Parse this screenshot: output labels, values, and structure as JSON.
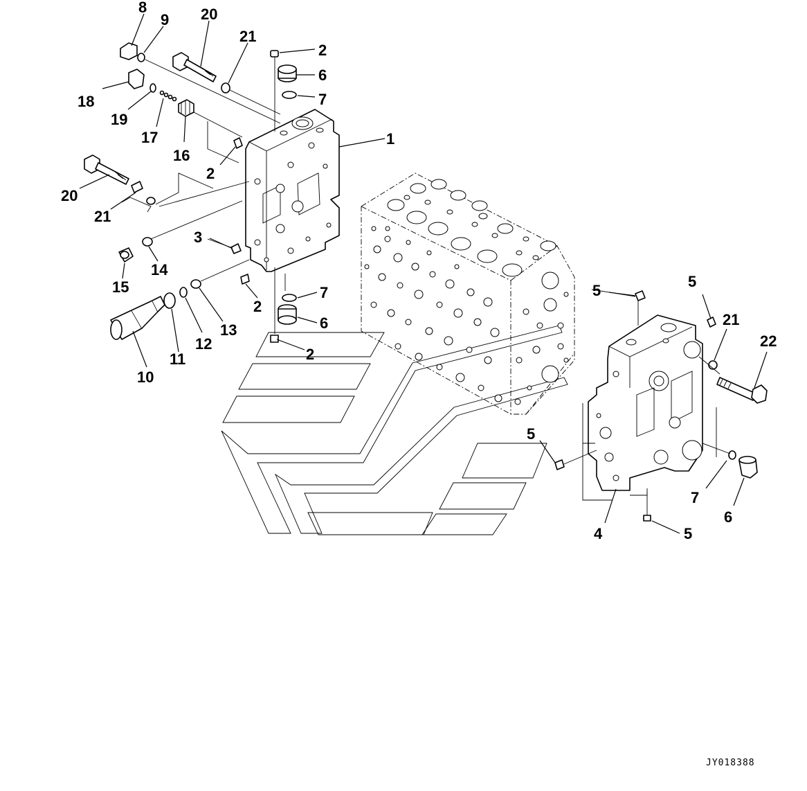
{
  "figure": {
    "reference_code": "JY018388"
  },
  "callouts": {
    "c8": "8",
    "c9": "9",
    "c20a": "20",
    "c21a": "21",
    "c2a": "2",
    "c6a": "6",
    "c7a": "7",
    "c18": "18",
    "c19": "19",
    "c17": "17",
    "c16": "16",
    "c1": "1",
    "c2b": "2",
    "c20b": "20",
    "c21b": "21",
    "c3": "3",
    "c14": "14",
    "c15": "15",
    "c2c": "2",
    "c7b": "7",
    "c13": "13",
    "c6b": "6",
    "c12": "12",
    "c11": "11",
    "c10": "10",
    "c2d": "2",
    "c5a": "5",
    "c5b": "5",
    "c21c": "21",
    "c22": "22",
    "c5c": "5",
    "c7c": "7",
    "c6c": "6",
    "c4": "4",
    "c5d": "5"
  }
}
